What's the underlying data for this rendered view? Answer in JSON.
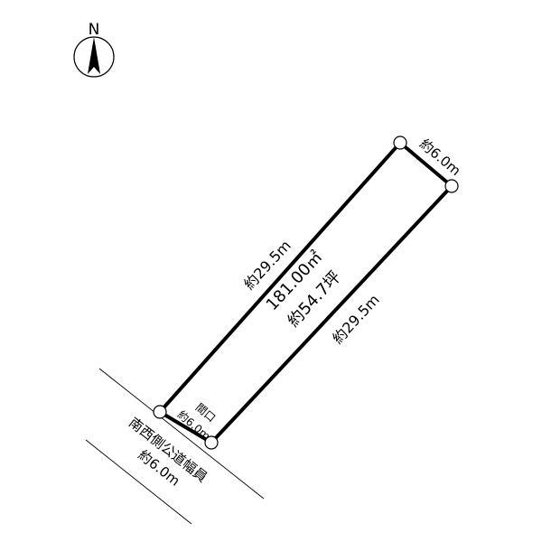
{
  "compass": {
    "letter": "N",
    "icon": "north-arrow-icon"
  },
  "lot": {
    "area_sqm": "181.00㎡",
    "area_tsubo": "約54.7坪",
    "side_northwest": "約29.5m",
    "side_southeast": "約29.5m",
    "side_northeast": "約6.0m",
    "frontage_label": "間口",
    "frontage_width": "約6.0m"
  },
  "road": {
    "label": "南西側公道幅員",
    "width": "約6.0m"
  },
  "colors": {
    "line": "#000000",
    "background": "#ffffff"
  }
}
